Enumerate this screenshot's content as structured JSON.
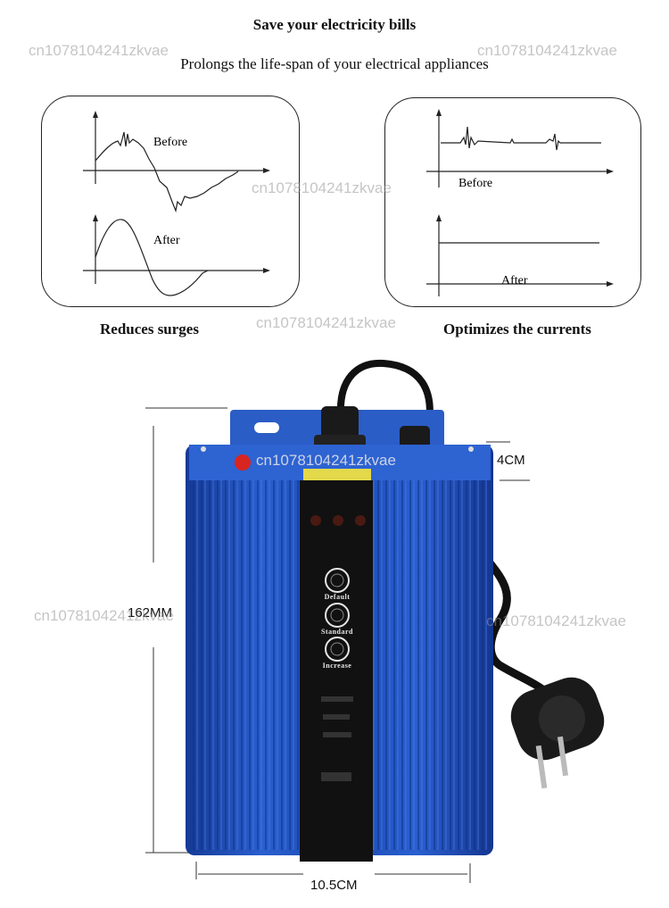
{
  "header": {
    "title": "Save your electricity  bills",
    "subtitle": "Prolongs the life-span of your electrical appliances"
  },
  "panels": {
    "left": {
      "top_label": "Before",
      "bottom_label": "After",
      "caption": "Reduces surges"
    },
    "right": {
      "top_label": "Before",
      "bottom_label": "After",
      "caption": "Optimizes the currents"
    }
  },
  "product": {
    "buttons": [
      "Default",
      "Standard",
      "Increase"
    ],
    "colors": {
      "body": "#1f4fb8",
      "panel": "#111111",
      "power_button": "#d8251f"
    }
  },
  "dimensions": {
    "depth": "4CM",
    "height": "162MM",
    "width": "10.5CM"
  },
  "watermark": "cn1078104241zkvae"
}
